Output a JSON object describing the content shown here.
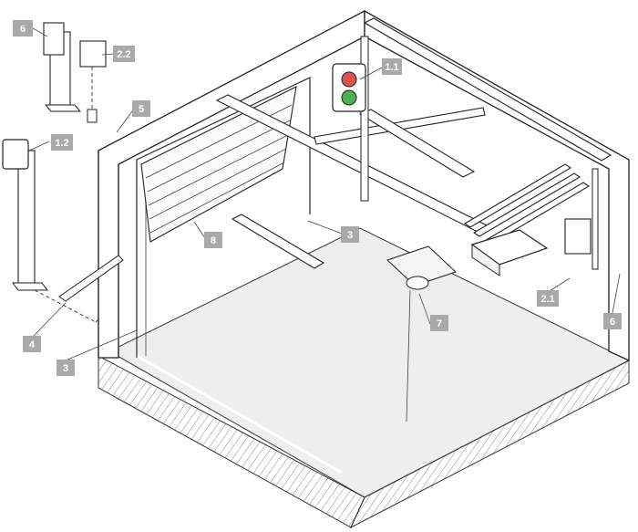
{
  "callouts": [
    "6",
    "2.2",
    "1.1",
    "5",
    "1.2",
    "3",
    "8",
    "7",
    "2.1",
    "6",
    "4",
    "3"
  ],
  "colors": {
    "callout_fill": "#a9a9a9",
    "callout_text": "#ffffff",
    "lamp_red": "#d9534f",
    "lamp_green": "#4caf50",
    "floor": "#eeeeee"
  }
}
